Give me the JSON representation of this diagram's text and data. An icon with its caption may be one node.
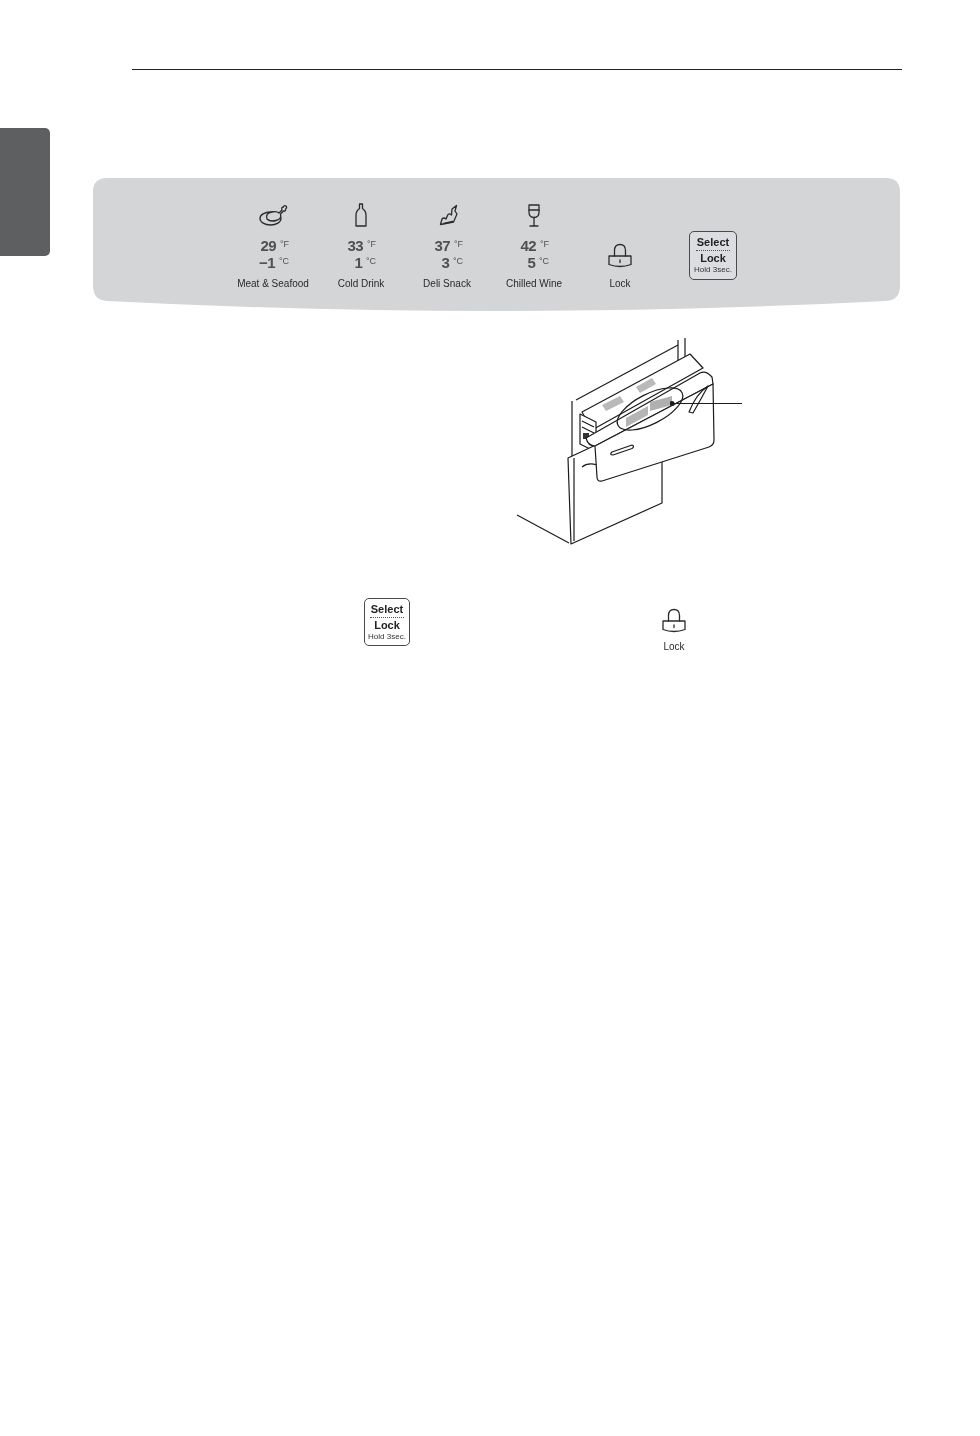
{
  "diagram": {
    "nodes": [
      {
        "text": [],
        "shape": "tab"
      },
      {
        "text": [],
        "shape": "band"
      },
      {
        "text": [
          "Select",
          "Lock",
          "Hold 3sec."
        ],
        "in": 1
      },
      {
        "text": [],
        "shape": "picture"
      },
      {
        "text": [],
        "shape": "box",
        "in": 3
      },
      {
        "text": [
          "Select",
          "Lock",
          "Hold 3sec."
        ]
      }
    ],
    "edges": [
      {
        "from": null,
        "to": 4,
        "arrow": "other"
      }
    ],
    "labels": [
      "29 $^{°F}$",
      "−1 $^{°C}$",
      "Meat & Seafood",
      "33 $^{°F}$",
      "1 $^{°C}$",
      "Cold Drink",
      "37 $^{°F}$",
      "3 $^{°C}$",
      "Deli Snack",
      "42 $^{°F}$",
      "5 $^{°C}$",
      "Chilled Wine",
      "Lock",
      "Lock"
    ]
  }
}
